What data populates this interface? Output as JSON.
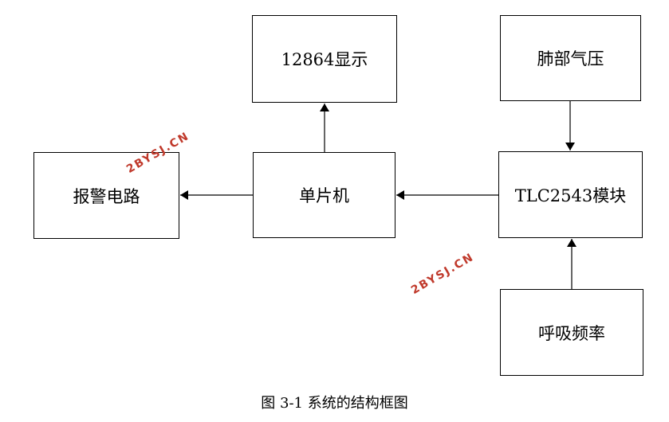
{
  "diagram": {
    "nodes": {
      "display": "12864显示",
      "pressure": "肺部气压",
      "alarm": "报警电路",
      "mcu": "单片机",
      "adc": "TLC2543模块",
      "respiration": "呼吸频率"
    },
    "edges": [
      {
        "from": "mcu",
        "to": "display"
      },
      {
        "from": "mcu",
        "to": "alarm"
      },
      {
        "from": "adc",
        "to": "mcu"
      },
      {
        "from": "pressure",
        "to": "adc"
      },
      {
        "from": "respiration",
        "to": "adc"
      }
    ],
    "watermarks": [
      "2BYSJ.CN",
      "2BYSJ.CN"
    ]
  },
  "caption": "图 3-1  系统的结构框图"
}
